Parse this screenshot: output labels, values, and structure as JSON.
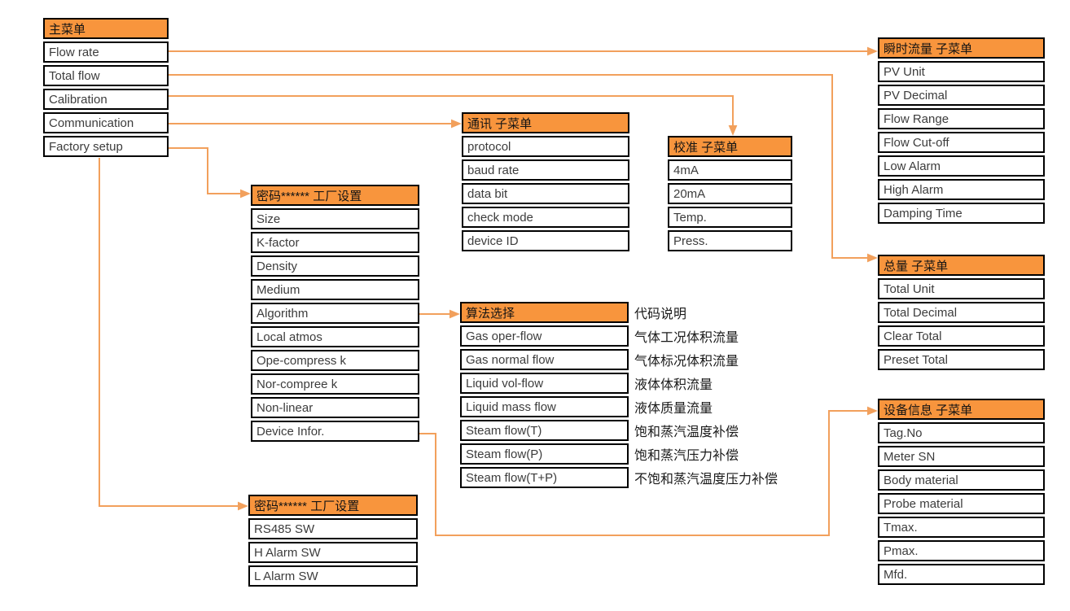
{
  "colors": {
    "accent_orange": "#F8953D",
    "connector_orange": "#F2A05C",
    "border_black": "#000000"
  },
  "boxes": {
    "main_menu": {
      "header": "主菜单",
      "rows": [
        "Flow rate",
        "Total flow",
        "Calibration",
        "Communication",
        "Factory setup"
      ]
    },
    "instant_flow": {
      "header": "瞬时流量 子菜单",
      "rows": [
        "PV Unit",
        "PV Decimal",
        "Flow Range",
        "Flow Cut-off",
        "Low Alarm",
        "High Alarm",
        "Damping Time"
      ]
    },
    "total_flow": {
      "header": "总量 子菜单",
      "rows": [
        "Total Unit",
        "Total Decimal",
        "Clear Total",
        "Preset Total"
      ]
    },
    "device_info": {
      "header": "设备信息 子菜单",
      "rows": [
        "Tag.No",
        "Meter SN",
        "Body material",
        "Probe material",
        "Tmax.",
        "Pmax.",
        "Mfd."
      ]
    },
    "communication": {
      "header": "通讯 子菜单",
      "rows": [
        "protocol",
        "baud rate",
        "data bit",
        "check mode",
        "device ID"
      ]
    },
    "calibration": {
      "header": "校准 子菜单",
      "rows": [
        "4mA",
        "20mA",
        "Temp.",
        "Press."
      ]
    },
    "factory_setup_1": {
      "header": "密码****** 工厂设置",
      "rows": [
        "Size",
        "K-factor",
        "Density",
        "Medium",
        "Algorithm",
        "Local atmos",
        "Ope-compress k",
        "Nor-compree k",
        "Non-linear",
        "Device Infor."
      ]
    },
    "factory_setup_2": {
      "header": "密码****** 工厂设置",
      "rows": [
        "RS485 SW",
        "H Alarm SW",
        "L Alarm SW"
      ]
    },
    "algorithm": {
      "header": "算法选择",
      "rows": [
        "Gas oper-flow",
        "Gas normal flow",
        "Liquid vol-flow",
        "Liquid mass flow",
        "Steam flow(T)",
        "Steam flow(P)",
        "Steam flow(T+P)"
      ],
      "annotations": {
        "header": "代码说明",
        "rows": [
          "气体工况体积流量",
          "气体标况体积流量",
          "液体体积流量",
          "液体质量流量",
          "饱和蒸汽温度补偿",
          "饱和蒸汽压力补偿",
          "不饱和蒸汽温度压力补偿"
        ]
      }
    }
  }
}
